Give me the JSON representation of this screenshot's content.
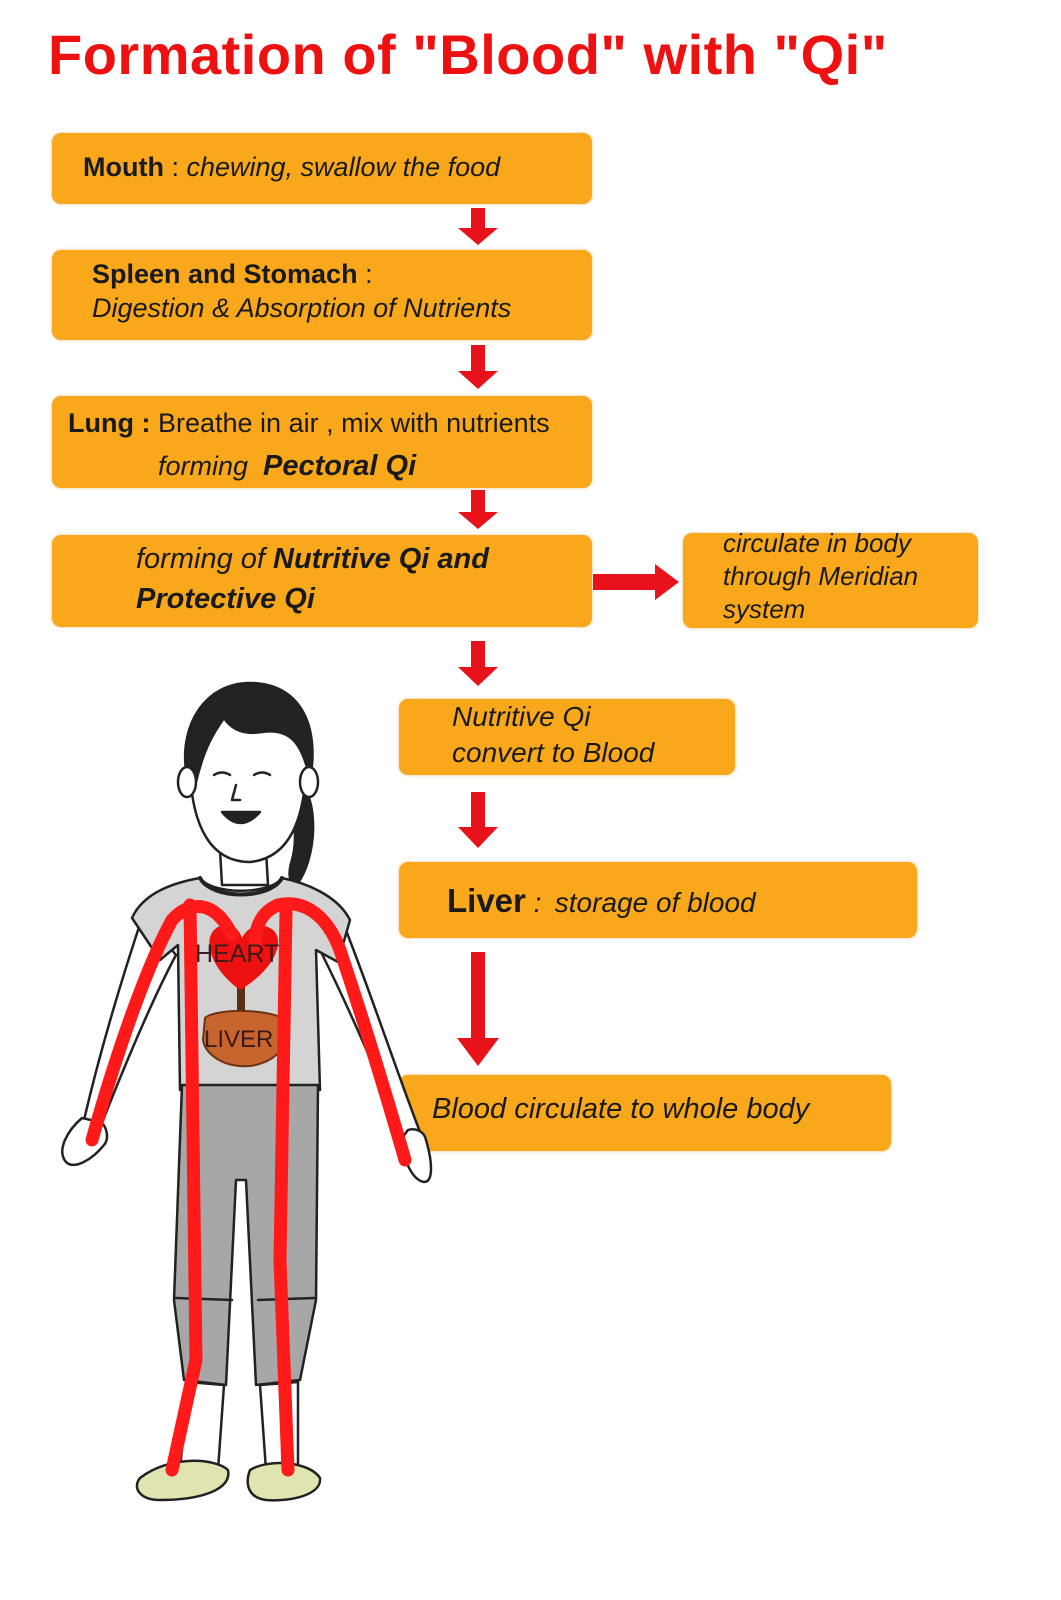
{
  "title": "Formation of \"Blood\" with \"Qi\"",
  "steps": {
    "mouth": {
      "label": "Mouth",
      "sep": " :  ",
      "text": "chewing, swallow the food"
    },
    "spleen": {
      "label": "Spleen and Stomach",
      "sep": " :",
      "text": "Digestion & Absorption of Nutrients"
    },
    "lung": {
      "label": "Lung :",
      "text": "Breathe in air , mix with nutrients",
      "text2": "forming",
      "bold": "Pectoral Qi"
    },
    "qi": {
      "text": "forming of",
      "bold1": "Nutritive Qi and",
      "bold2": "Protective Qi"
    },
    "meridian": {
      "line1": "circulate in body",
      "line2": "through Meridian",
      "line3": "system"
    },
    "convert": {
      "line1": "Nutritive Qi",
      "line2": "convert to Blood"
    },
    "liver": {
      "label": "Liver",
      "sep": " :",
      "text": "storage of blood"
    },
    "circulate": {
      "text": "Blood circulate to whole body"
    }
  },
  "figure": {
    "heart_label": "HEART",
    "liver_label": "LIVER"
  },
  "colors": {
    "box": "#f8a81a",
    "arrow": "#e8121a",
    "title": "#ee1111",
    "vessel": "#ff1a1a"
  }
}
